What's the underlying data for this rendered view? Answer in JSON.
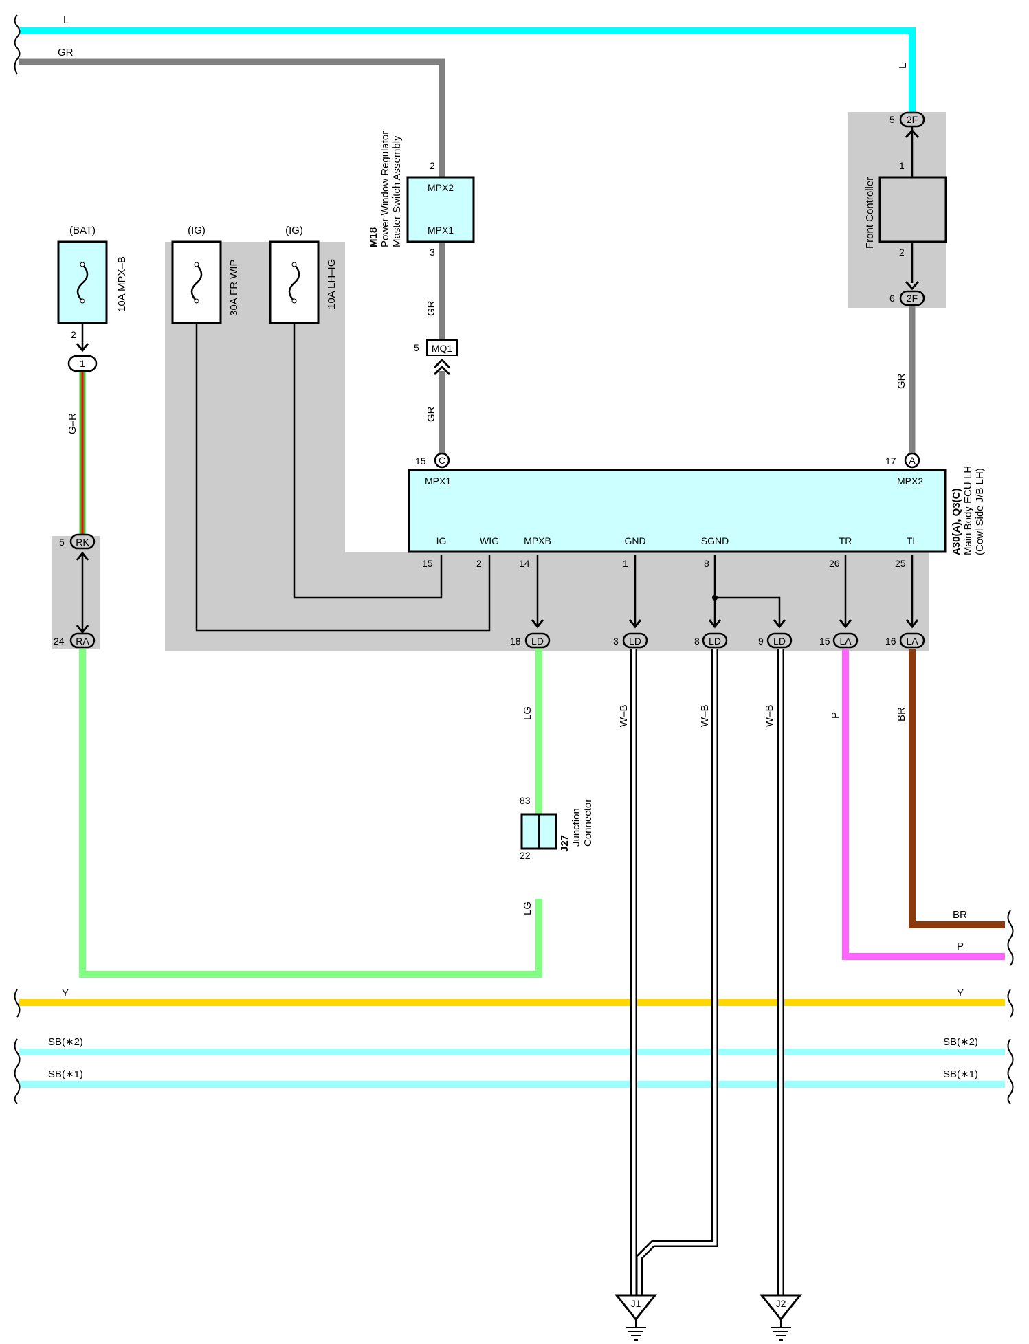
{
  "wires": {
    "top_l": "L",
    "top_gr": "GR",
    "right_l": "L",
    "gr_m18_upper": "GR",
    "gr_m18_lower": "GR",
    "gr_front": "GR",
    "g_r": "G–R",
    "lg_upper": "LG",
    "lg_lower": "LG",
    "wb_1": "W–B",
    "wb_2": "W–B",
    "wb_3": "W–B",
    "p_vert": "P",
    "br_vert": "BR",
    "br_right": "BR",
    "p_right": "P",
    "y_left": "Y",
    "y_right": "Y",
    "sb2_left": "SB(∗2)",
    "sb2_right": "SB(∗2)",
    "sb1_left": "SB(∗1)",
    "sb1_right": "SB(∗1)"
  },
  "fuses": {
    "mpxb": {
      "supply": "(BAT)",
      "name": "10A MPX–B",
      "pin": "2"
    },
    "frwip": {
      "supply": "(IG)",
      "name": "30A FR WIP"
    },
    "lhig": {
      "supply": "(IG)",
      "name": "10A LH–IG"
    }
  },
  "m18": {
    "code": "M18",
    "name1": "Power Window Regulator",
    "name2": "Master Switch Assembly",
    "term_top": "MPX2",
    "term_bottom": "MPX1",
    "pin_top": "2",
    "pin_bottom": "3"
  },
  "mq1": {
    "code": "MQ1",
    "pin": "5"
  },
  "front_controller": {
    "name": "Front Controller",
    "pin1": "1",
    "pin2": "2"
  },
  "conn_2f_top": {
    "code": "2F",
    "pin": "5"
  },
  "conn_2f_bottom": {
    "code": "2F",
    "pin": "6"
  },
  "conn_1": {
    "code": "1"
  },
  "conn_rk": {
    "code": "RK",
    "pin": "5"
  },
  "conn_ra": {
    "code": "RA",
    "pin": "24"
  },
  "ecu": {
    "code": "A30(A), Q3(C)",
    "name": "Main Body ECU LH",
    "name2": "(Cowl Side J/B LH)",
    "mpx1": "MPX1",
    "mpx2": "MPX2",
    "conn_c": "C",
    "pin_c": "15",
    "conn_a": "A",
    "pin_a": "17",
    "terms": [
      {
        "name": "IG",
        "pin": "15"
      },
      {
        "name": "WIG",
        "pin": "2"
      },
      {
        "name": "MPXB",
        "pin": "14"
      },
      {
        "name": "GND",
        "pin": "1"
      },
      {
        "name": "SGND",
        "pin": "8"
      },
      {
        "name": "TR",
        "pin": "26"
      },
      {
        "name": "TL",
        "pin": "25"
      }
    ]
  },
  "out_conns": [
    {
      "code": "LD",
      "pin": "18"
    },
    {
      "code": "LD",
      "pin": "3"
    },
    {
      "code": "LD",
      "pin": "8"
    },
    {
      "code": "LD",
      "pin": "9"
    },
    {
      "code": "LA",
      "pin": "15"
    },
    {
      "code": "LA",
      "pin": "16"
    }
  ],
  "j27": {
    "code": "J27",
    "name1": "Junction",
    "name2": "Connector",
    "pin_top": "83",
    "pin_bottom": "22"
  },
  "grounds": {
    "j1": "J1",
    "j2": "J2"
  },
  "colors": {
    "L": "#00ffff",
    "GR": "#808080",
    "G": "#33cc33",
    "R": "#ff0000",
    "LG": "#80ff80",
    "W": "#ffffff",
    "B": "#000000",
    "P": "#ff66ff",
    "BR": "#8b3a0e",
    "Y": "#ffd700",
    "SB": "#99ffff",
    "component_fill": "#ccffff",
    "shade": "#cccccc"
  }
}
